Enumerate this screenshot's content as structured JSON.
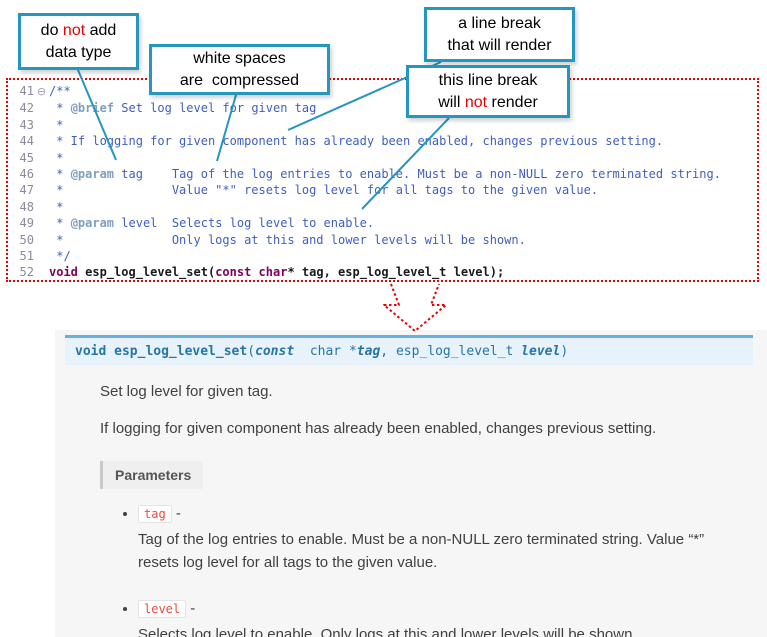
{
  "colors": {
    "callout_border": "#2596be",
    "alert_red": "#e80000",
    "sig_bg": "#e7f2fa",
    "sig_border": "#6ab0de",
    "sig_text": "#2575a7",
    "param_name_red": "#e74c3c"
  },
  "callouts": [
    {
      "lines": [
        [
          {
            "t": "do "
          },
          {
            "t": "not",
            "c": "red"
          },
          {
            "t": " add"
          }
        ],
        [
          {
            "t": "data type"
          }
        ]
      ]
    },
    {
      "lines": [
        [
          {
            "t": "white spaces"
          }
        ],
        [
          {
            "t": "are  compressed"
          }
        ]
      ]
    },
    {
      "lines": [
        [
          {
            "t": "a line break"
          }
        ],
        [
          {
            "t": "that will render"
          }
        ]
      ]
    },
    {
      "lines": [
        [
          {
            "t": "this line break"
          }
        ],
        [
          {
            "t": "will "
          },
          {
            "t": "not",
            "c": "red"
          },
          {
            "t": " render"
          }
        ]
      ]
    }
  ],
  "editor": {
    "lines": [
      {
        "num": "41",
        "fold": "⊖",
        "segs": [
          {
            "t": "/**",
            "c": "cmt"
          }
        ]
      },
      {
        "num": "42",
        "segs": [
          {
            "t": " * ",
            "c": "cmt"
          },
          {
            "t": "@brief",
            "c": "tag"
          },
          {
            "t": " Set log level for given tag",
            "c": "cmt"
          }
        ]
      },
      {
        "num": "43",
        "segs": [
          {
            "t": " *",
            "c": "cmt"
          }
        ]
      },
      {
        "num": "44",
        "segs": [
          {
            "t": " * If logging for given component has already been enabled, changes previous setting.",
            "c": "cmt"
          }
        ]
      },
      {
        "num": "45",
        "segs": [
          {
            "t": " *",
            "c": "cmt"
          }
        ]
      },
      {
        "num": "46",
        "segs": [
          {
            "t": " * ",
            "c": "cmt"
          },
          {
            "t": "@param",
            "c": "tag"
          },
          {
            "t": " tag    Tag of the log entries to enable. Must be a non-NULL zero terminated string.",
            "c": "cmt"
          }
        ]
      },
      {
        "num": "47",
        "segs": [
          {
            "t": " *               Value \"*\" resets log level for all tags to the given value.",
            "c": "cmt"
          }
        ]
      },
      {
        "num": "48",
        "segs": [
          {
            "t": " *",
            "c": "cmt"
          }
        ]
      },
      {
        "num": "49",
        "segs": [
          {
            "t": " * ",
            "c": "cmt"
          },
          {
            "t": "@param",
            "c": "tag"
          },
          {
            "t": " level  Selects log level to enable.",
            "c": "cmt"
          }
        ]
      },
      {
        "num": "50",
        "segs": [
          {
            "t": " *               Only logs at this and lower levels will be shown.",
            "c": "cmt"
          }
        ]
      },
      {
        "num": "51",
        "segs": [
          {
            "t": " */",
            "c": "cmt"
          }
        ]
      },
      {
        "num": "52",
        "segs": [
          {
            "t": "void",
            "c": "kw"
          },
          {
            "t": " esp_log_level_set(",
            "c": "id"
          },
          {
            "t": "const",
            "c": "kw"
          },
          {
            "t": " ",
            "c": "id"
          },
          {
            "t": "char",
            "c": "kw"
          },
          {
            "t": "* tag, esp_log_level_t level);",
            "c": "id"
          }
        ]
      }
    ]
  },
  "docs": {
    "signature": [
      {
        "t": "void ",
        "c": "b"
      },
      {
        "t": "esp_log_level_set",
        "c": "b"
      },
      {
        "t": "("
      },
      {
        "t": "const",
        "c": "bi"
      },
      {
        "t": "  char *"
      },
      {
        "t": "tag",
        "c": "bi"
      },
      {
        "t": ", "
      },
      {
        "t": "esp_log_level_t "
      },
      {
        "t": "level",
        "c": "bi"
      },
      {
        "t": ")"
      }
    ],
    "brief": "Set log level for given tag.",
    "description": "If logging for given component has already been enabled, changes previous setting.",
    "parameters_label": "Parameters",
    "params": [
      {
        "name": "tag",
        "sep": "-",
        "desc": "Tag of the log entries to enable. Must be a non-NULL zero terminated string. Value “*” resets log level for all tags to the given value."
      },
      {
        "name": "level",
        "sep": "-",
        "desc": "Selects log level to enable. Only logs at this and lower levels will be shown."
      }
    ]
  }
}
